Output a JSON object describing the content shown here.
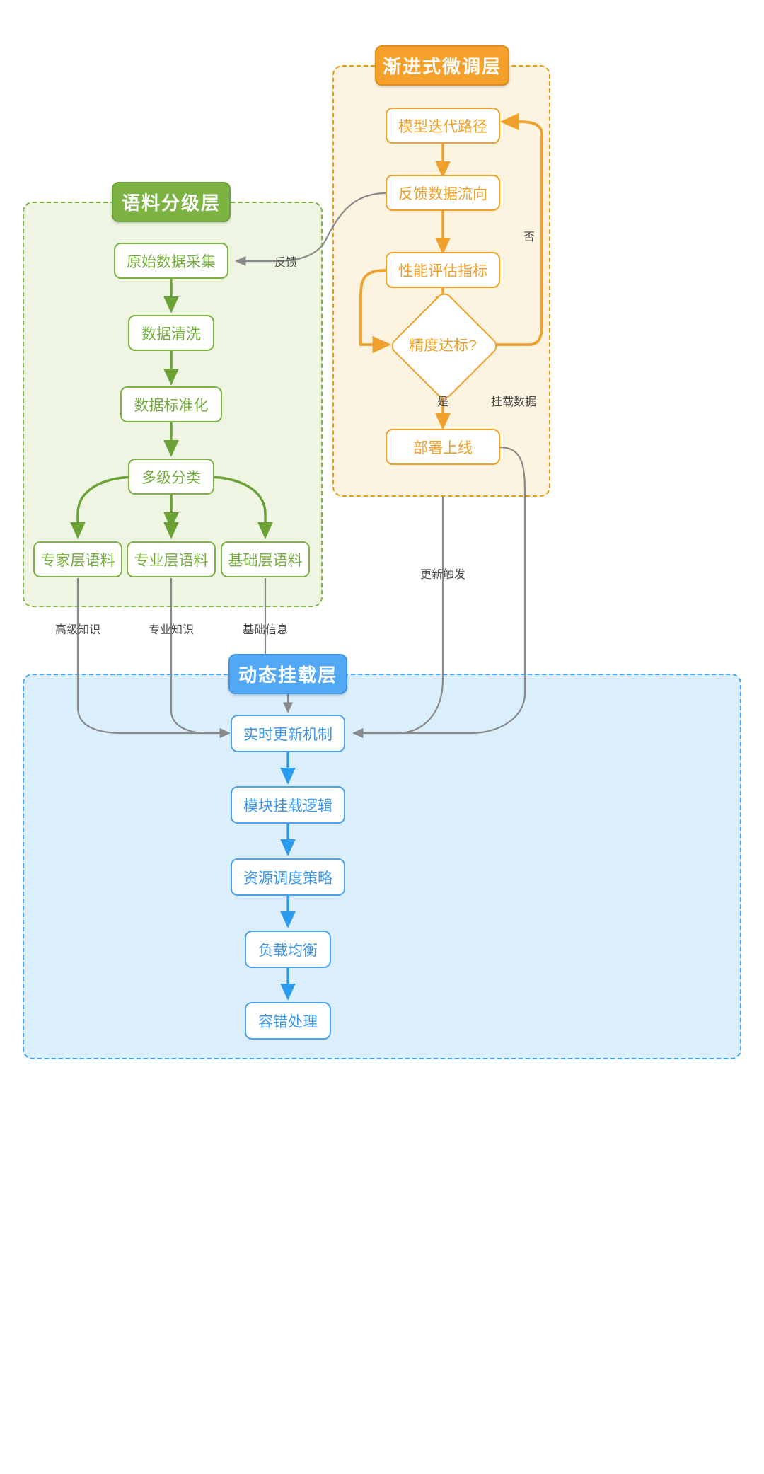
{
  "diagram": {
    "title": "",
    "colors": {
      "green": "#7cb342",
      "green_fill": "#eef5e3",
      "orange": "#f0a12c",
      "orange_fill": "#fcf3e0",
      "blue": "#4aa3ef",
      "blue_fill": "#dbeefc",
      "gray_edge": "#8a8a8a"
    },
    "clusters": [
      {
        "id": "corpus",
        "title": "语料分级层"
      },
      {
        "id": "finetune",
        "title": "渐进式微调层"
      },
      {
        "id": "mount",
        "title": "动态挂载层"
      }
    ],
    "nodes": {
      "corpus": [
        {
          "id": "raw",
          "label": "原始数据采集"
        },
        {
          "id": "clean",
          "label": "数据清洗"
        },
        {
          "id": "normalize",
          "label": "数据标准化"
        },
        {
          "id": "classify",
          "label": "多级分类"
        },
        {
          "id": "expert",
          "label": "专家层语料"
        },
        {
          "id": "pro",
          "label": "专业层语料"
        },
        {
          "id": "basic",
          "label": "基础层语料"
        }
      ],
      "finetune": [
        {
          "id": "iterate",
          "label": "模型迭代路径"
        },
        {
          "id": "feedback",
          "label": "反馈数据流向"
        },
        {
          "id": "metrics",
          "label": "性能评估指标"
        },
        {
          "id": "decision",
          "label": "精度达标?",
          "shape": "diamond"
        },
        {
          "id": "deploy",
          "label": "部署上线"
        }
      ],
      "mount": [
        {
          "id": "realtime",
          "label": "实时更新机制"
        },
        {
          "id": "modlogic",
          "label": "模块挂载逻辑"
        },
        {
          "id": "scheduling",
          "label": "资源调度策略"
        },
        {
          "id": "balance",
          "label": "负载均衡"
        },
        {
          "id": "fault",
          "label": "容错处理"
        }
      ]
    },
    "edge_labels": [
      {
        "id": "lbl-feedback",
        "text": "反馈"
      },
      {
        "id": "lbl-no",
        "text": "否"
      },
      {
        "id": "lbl-yes",
        "text": "是"
      },
      {
        "id": "lbl-mountdata",
        "text": "挂载数据"
      },
      {
        "id": "lbl-advanced",
        "text": "高级知识"
      },
      {
        "id": "lbl-pro",
        "text": "专业知识"
      },
      {
        "id": "lbl-basic",
        "text": "基础信息"
      },
      {
        "id": "lbl-trigger",
        "text": "更新触发"
      }
    ]
  }
}
